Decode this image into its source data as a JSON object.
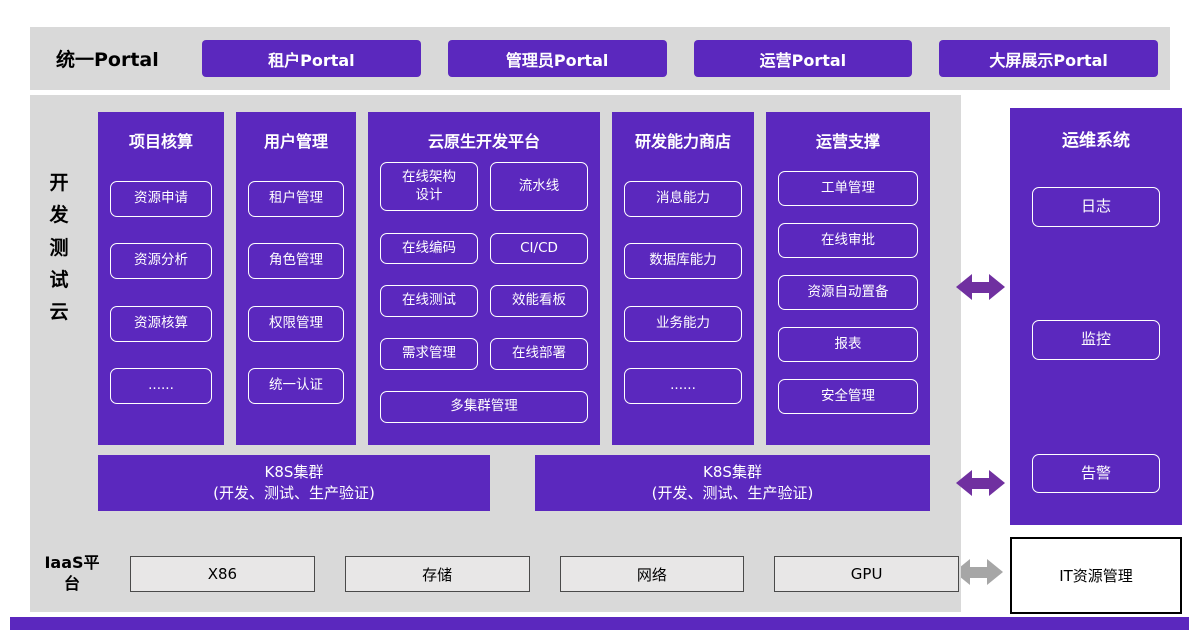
{
  "colors": {
    "primary_purple": "#5b28be",
    "arrow_purple": "#7030a0",
    "panel_gray": "#d9d9d9",
    "arrow_gray": "#a6a6a6"
  },
  "portal_bar": {
    "label": "统一Portal",
    "items": [
      "租户Portal",
      "管理员Portal",
      "运营Portal",
      "大屏展示Portal"
    ]
  },
  "dev_cloud": {
    "label": "开发测试云",
    "columns": [
      {
        "title": "项目核算",
        "items": [
          "资源申请",
          "资源分析",
          "资源核算",
          "......"
        ]
      },
      {
        "title": "用户管理",
        "items": [
          "租户管理",
          "角色管理",
          "权限管理",
          "统一认证"
        ]
      },
      {
        "title": "云原生开发平台",
        "grid_items": [
          "在线架构\n设计",
          "流水线",
          "在线编码",
          "CI/CD",
          "在线测试",
          "效能看板",
          "需求管理",
          "在线部署"
        ],
        "full_item": "多集群管理"
      },
      {
        "title": "研发能力商店",
        "items": [
          "消息能力",
          "数据库能力",
          "业务能力",
          "......"
        ]
      },
      {
        "title": "运营支撑",
        "items": [
          "工单管理",
          "在线审批",
          "资源自动置备",
          "报表",
          "安全管理"
        ]
      }
    ],
    "k8s_bars": [
      {
        "line1": "K8S集群",
        "line2": "(开发、测试、生产验证)"
      },
      {
        "line1": "K8S集群",
        "line2": "(开发、测试、生产验证)"
      }
    ]
  },
  "ops_system": {
    "title": "运维系统",
    "items": [
      "日志",
      "监控",
      "告警"
    ]
  },
  "iaas": {
    "label": "IaaS平台",
    "items": [
      "X86",
      "存储",
      "网络",
      "GPU"
    ]
  },
  "it_resource": {
    "label": "IT资源管理"
  }
}
